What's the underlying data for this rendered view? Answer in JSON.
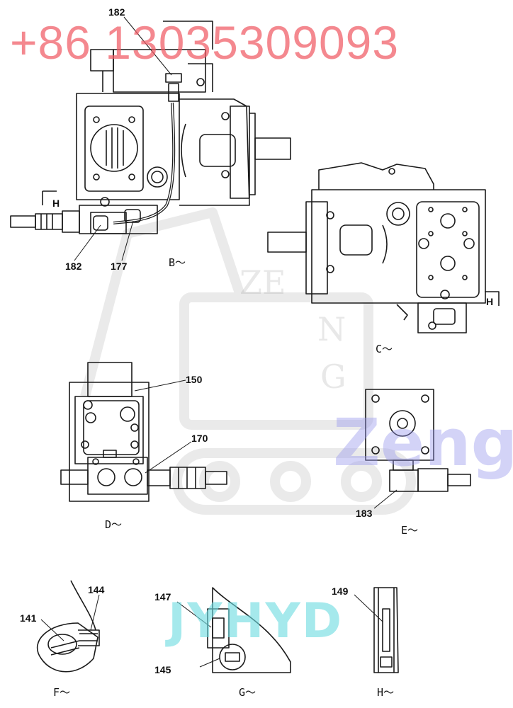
{
  "watermarks": {
    "phone": "+86 13035309093",
    "zeng": "Zeng",
    "jyhyd": "JYHYD",
    "faint_z": "ZE",
    "faint_n": "N",
    "faint_g": "G"
  },
  "part_labels": {
    "p182_top": "182",
    "p182_bottom": "182",
    "p177": "177",
    "p150": "150",
    "p170": "170",
    "p183": "183",
    "p144": "144",
    "p141": "141",
    "p147": "147",
    "p145": "145",
    "p149": "149",
    "h_left": "H",
    "h_right": "H"
  },
  "view_labels": {
    "b": "B～",
    "c": "C～",
    "d": "D～",
    "e": "E～",
    "f": "F～",
    "g": "G～",
    "h": "H～"
  }
}
